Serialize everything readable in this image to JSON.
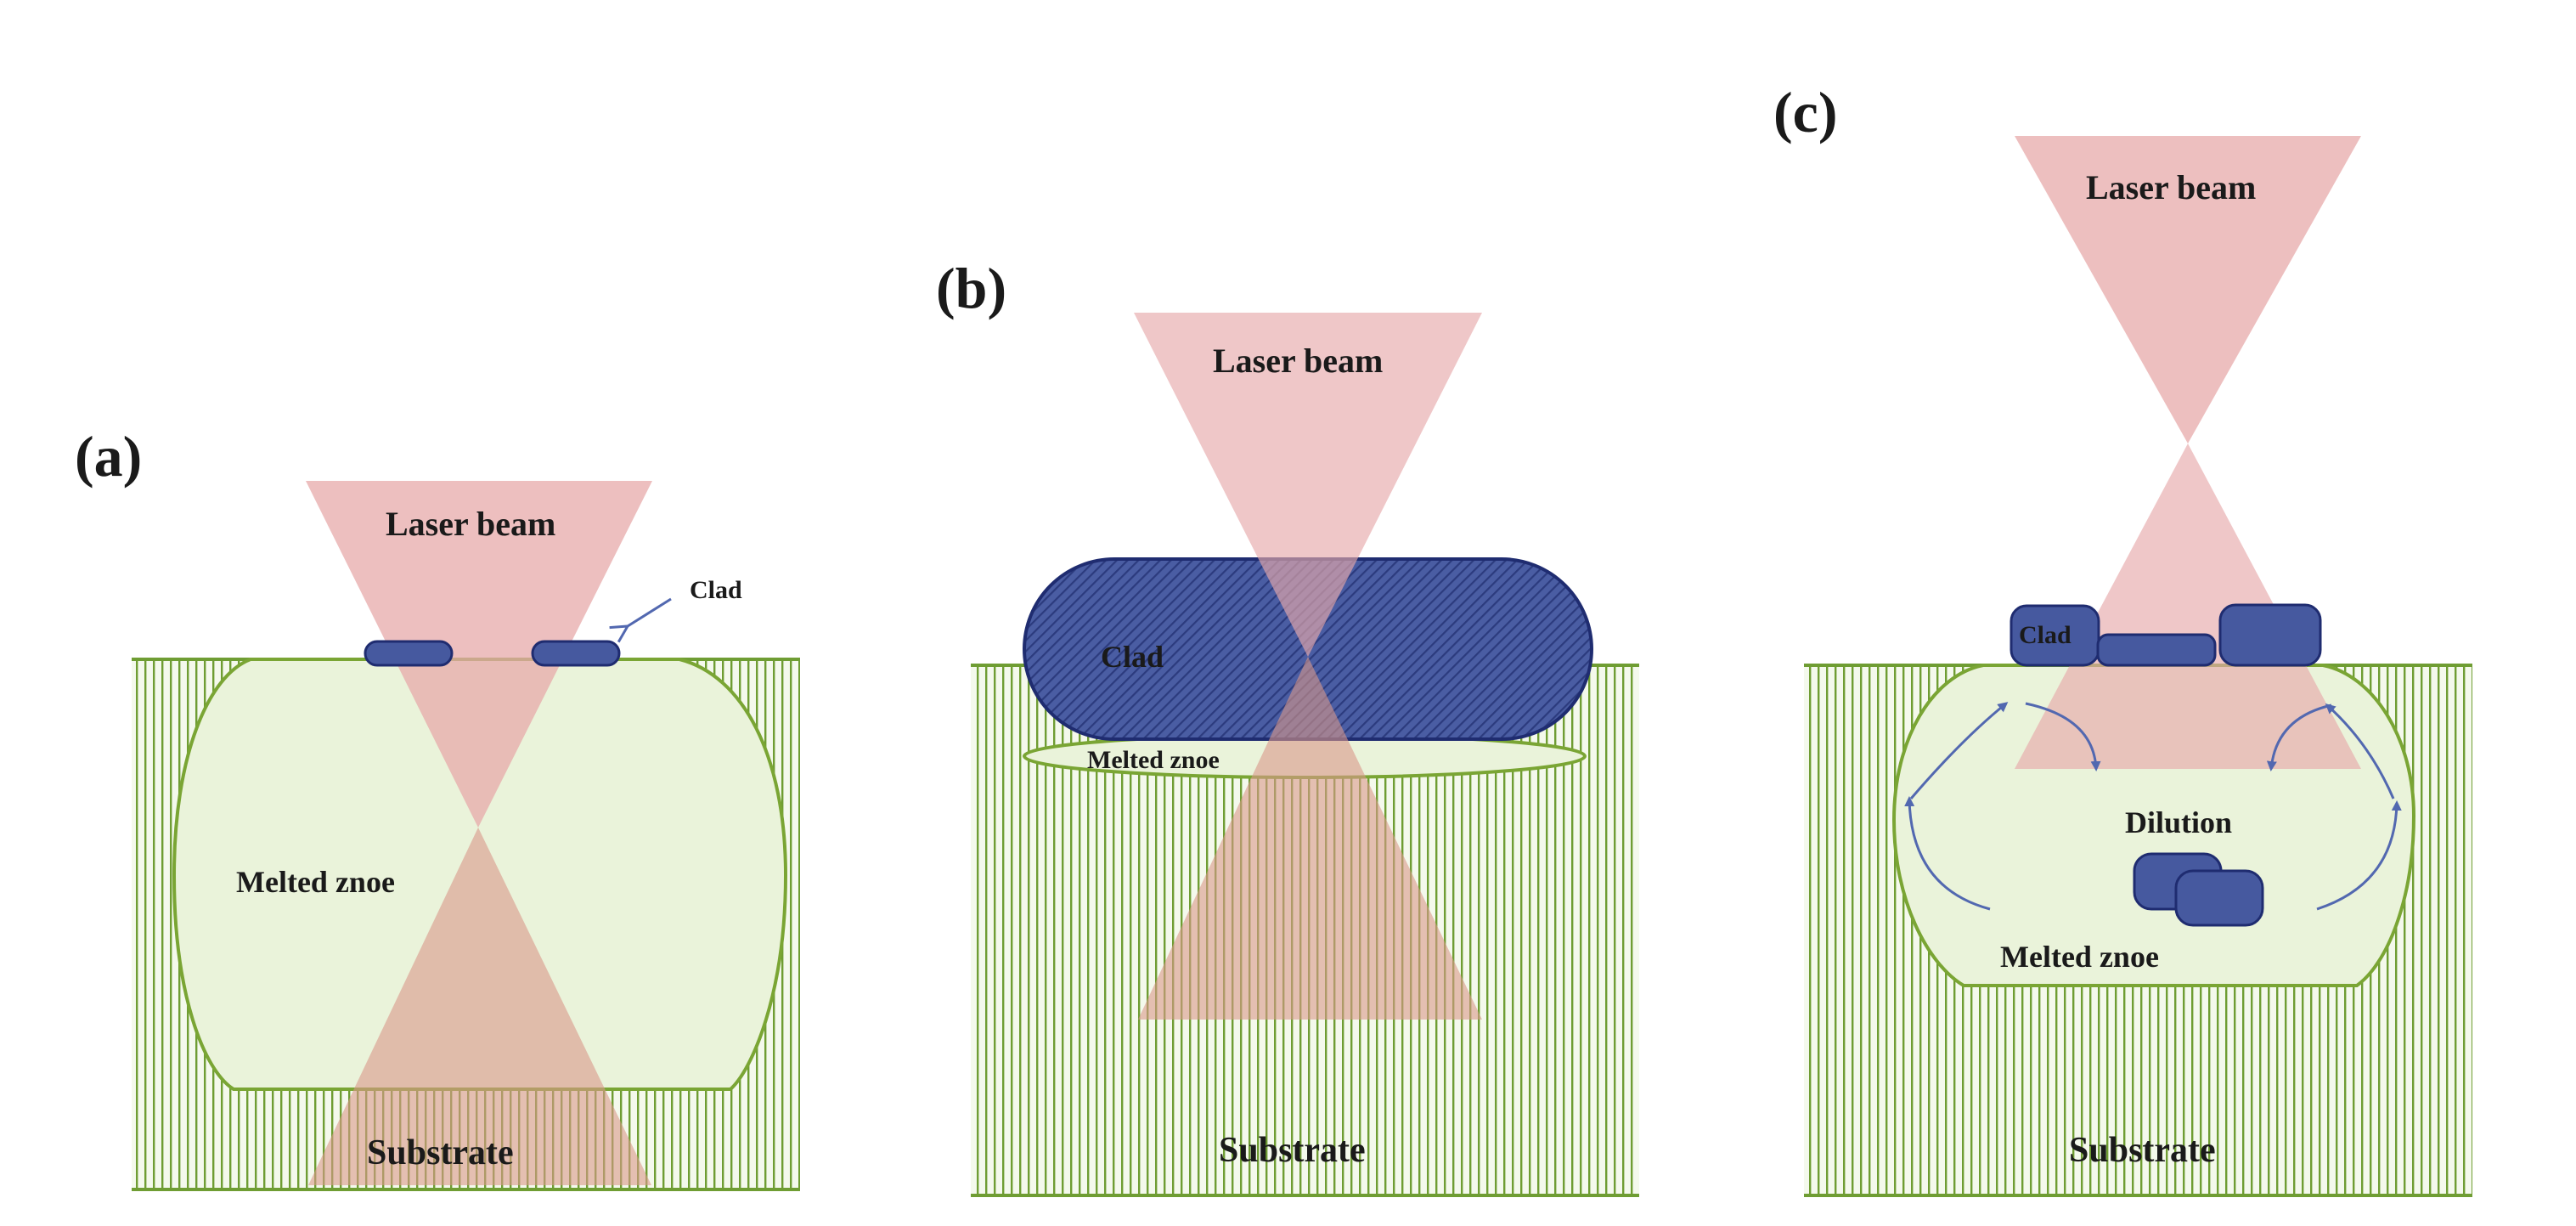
{
  "panels": {
    "a": {
      "letter": "(a)",
      "laser_beam": "Laser beam",
      "clad": "Clad",
      "melted_zone": "Melted znoe",
      "substrate": "Substrate"
    },
    "b": {
      "letter": "(b)",
      "laser_beam": "Laser beam",
      "clad": "Clad",
      "melted_zone": "Melted znoe",
      "substrate": "Substrate"
    },
    "c": {
      "letter": "(c)",
      "laser_beam": "Laser beam",
      "clad": "Clad",
      "dilution": "Dilution",
      "melted_zone": "Melted znoe",
      "substrate": "Substrate"
    }
  },
  "colors": {
    "substrate_stripe": "#6f9d33",
    "substrate_fill": "#f4f9ec",
    "melt_fill": "#eaf3da",
    "melt_border": "#7aa534",
    "laser": "#e7a9aa",
    "clad_fill": "#46599f",
    "clad_border": "#1f2c70",
    "arrow": "#5268b0"
  }
}
